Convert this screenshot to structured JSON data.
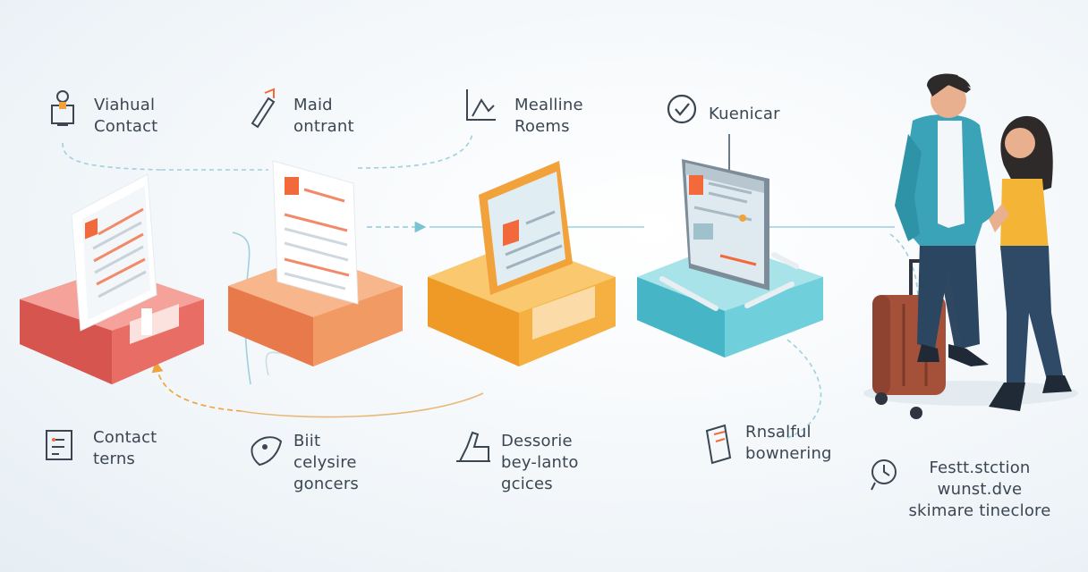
{
  "steps_top": [
    {
      "id": "s1",
      "lines": [
        "Viahual",
        "Contact"
      ],
      "icon": "lightbulb-icon"
    },
    {
      "id": "s2",
      "lines": [
        "Maid",
        "ontrant"
      ],
      "icon": "pen-icon"
    },
    {
      "id": "s3",
      "lines": [
        "Mealline",
        "Roems"
      ],
      "icon": "line-chart-icon"
    },
    {
      "id": "s4",
      "lines": [
        "Kuenicar"
      ],
      "icon": "checkmark-circle-icon"
    }
  ],
  "steps_bottom": [
    {
      "id": "b1",
      "lines": [
        "Contact",
        "terns"
      ],
      "icon": "checklist-icon"
    },
    {
      "id": "b2",
      "lines": [
        "Biit",
        "celysire",
        "goncers"
      ],
      "icon": "shield-icon"
    },
    {
      "id": "b3",
      "lines": [
        "Dessorie",
        "bey-lanto",
        "gcices"
      ],
      "icon": "hand-icon"
    },
    {
      "id": "b4",
      "lines": [
        "Rnsalful",
        "bownering"
      ],
      "icon": "document-tag-icon"
    },
    {
      "id": "b5",
      "lines": [
        "Festt.stction",
        "wunst.dve",
        "skimare tineclore"
      ],
      "icon": "clock-icon"
    }
  ],
  "colors": {
    "red": "#e4675f",
    "orange": "#f2925a",
    "yellow": "#f5aa35",
    "teal": "#5ec8d6",
    "accent_orange": "#f26a3c",
    "line": "#8ccad6",
    "jacket": "#3aa3b8",
    "top_yellow": "#f4b435",
    "suitcase": "#a5513a"
  }
}
